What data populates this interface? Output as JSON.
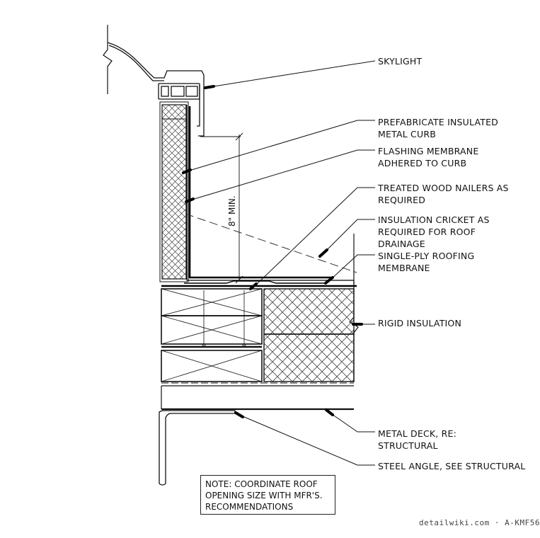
{
  "labels": {
    "skylight": "SKYLIGHT",
    "curb_1": "PREFABRICATE INSULATED",
    "curb_2": "METAL CURB",
    "flashing_1": "FLASHING MEMBRANE",
    "flashing_2": "ADHERED TO CURB",
    "nailers_1": "TREATED WOOD NAILERS AS",
    "nailers_2": "REQUIRED",
    "cricket_1": "INSULATION CRICKET AS",
    "cricket_2": "REQUIRED FOR ROOF",
    "cricket_3": "DRAINAGE",
    "membrane_1": "SINGLE-PLY ROOFING",
    "membrane_2": "MEMBRANE",
    "rigid": "RIGID INSULATION",
    "deck_1": "METAL DECK, RE:",
    "deck_2": "STRUCTURAL",
    "angle": "STEEL ANGLE, SEE STRUCTURAL"
  },
  "dimension": "8\" MIN.",
  "note": {
    "line1": "NOTE: COORDINATE ROOF",
    "line2": "OPENING SIZE WITH MFR'S.",
    "line3": "RECOMMENDATIONS"
  },
  "credit": "detailwiki.com · A-KMF56"
}
